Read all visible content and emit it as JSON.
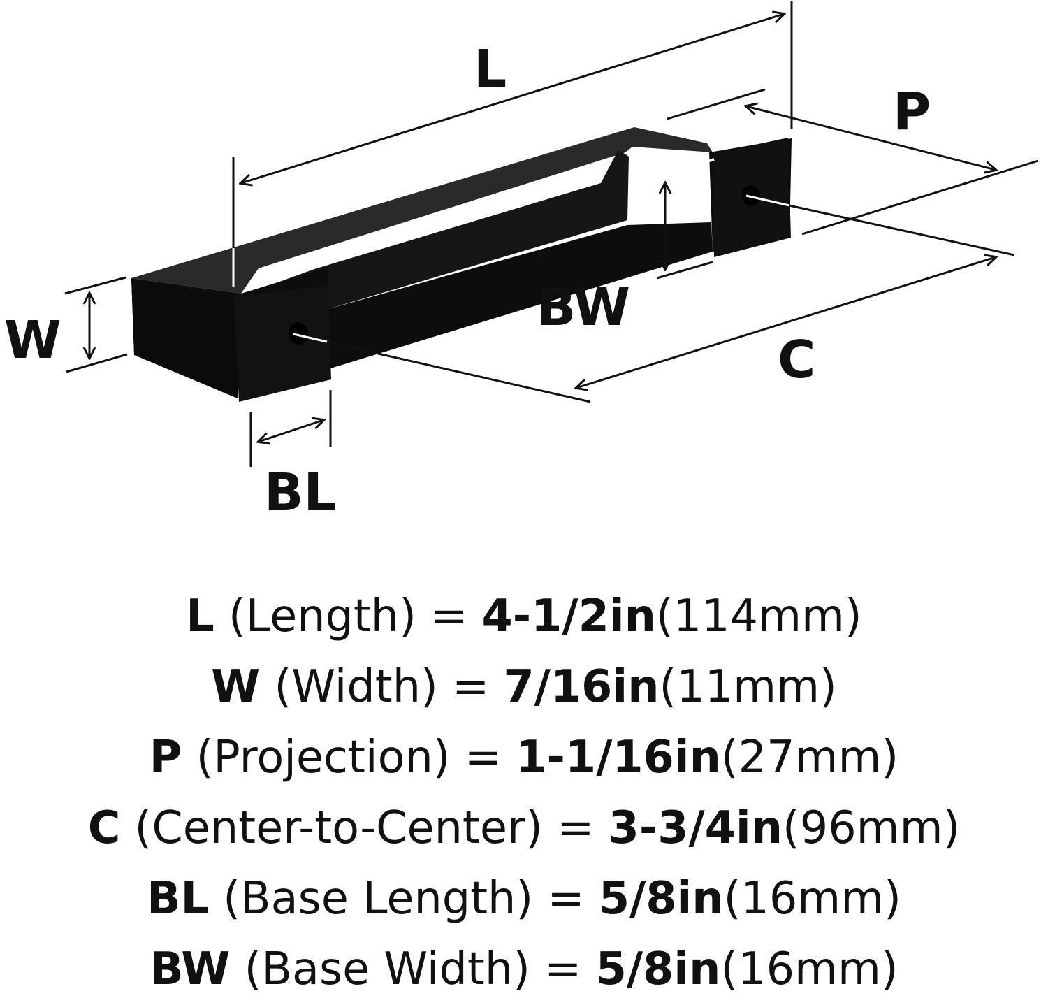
{
  "diagram": {
    "labels": {
      "L": "L",
      "P": "P",
      "W": "W",
      "BW": "BW",
      "C": "C",
      "BL": "BL"
    },
    "colors": {
      "product": "#0f0f10",
      "line": "#111111",
      "background": "#ffffff"
    }
  },
  "specs": [
    {
      "key": "L",
      "desc": " (Length) = ",
      "in": "4-1/2in",
      "mm": "(114mm)"
    },
    {
      "key": "W",
      "desc": " (Width) = ",
      "in": "7/16in",
      "mm": "(11mm)"
    },
    {
      "key": "P",
      "desc": " (Projection) = ",
      "in": "1-1/16in",
      "mm": "(27mm)"
    },
    {
      "key": "C",
      "desc": " (Center-to-Center) = ",
      "in": "3-3/4in",
      "mm": "(96mm)"
    },
    {
      "key": "BL",
      "desc": " (Base Length) = ",
      "in": "5/8in",
      "mm": "(16mm)"
    },
    {
      "key": "BW",
      "desc": " (Base Width) = ",
      "in": "5/8in",
      "mm": "(16mm)"
    }
  ]
}
